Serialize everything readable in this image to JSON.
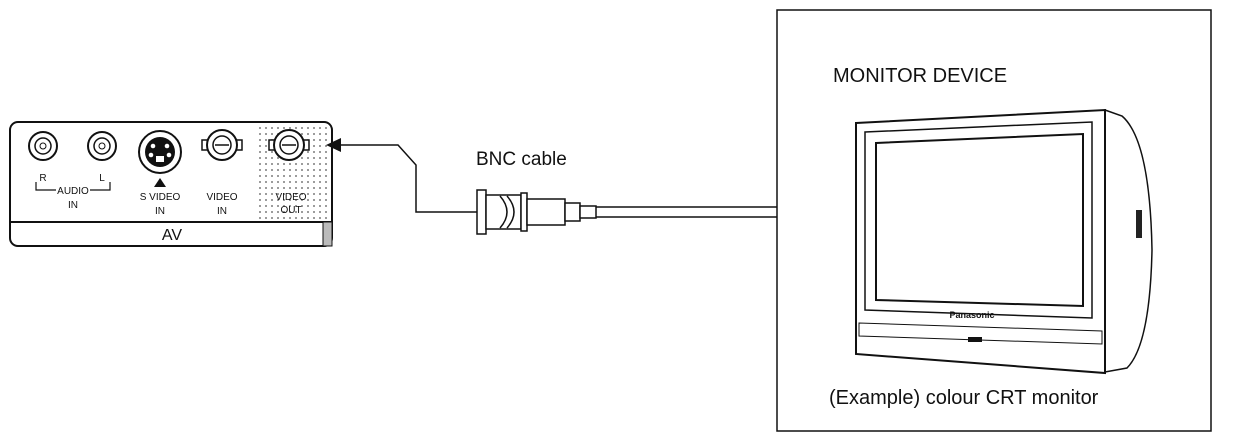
{
  "av_panel": {
    "section_label": "AV",
    "audio_label": "AUDIO",
    "audio_r": "R",
    "audio_l": "L",
    "audio_in": "IN",
    "svideo_label": "S VIDEO",
    "svideo_in": "IN",
    "video_in_label": "VIDEO",
    "video_in_in": "IN",
    "video_out_label": "VIDEO",
    "video_out_out": "OUT"
  },
  "cable": {
    "label": "BNC cable"
  },
  "monitor": {
    "title": "MONITOR DEVICE",
    "brand": "Panasonic",
    "caption": "(Example) colour CRT monitor"
  }
}
